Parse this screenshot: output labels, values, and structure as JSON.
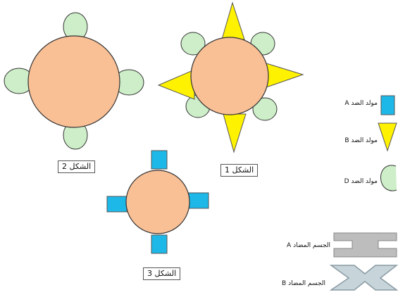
{
  "figures": {
    "figure_1": "الشكل 1",
    "figure_2": "الشكل 2",
    "figure_3": "الشكل 3"
  },
  "legend": {
    "antigen_a": "مولد الضد A",
    "antigen_b": "مولد الضد B",
    "antigen_d": "مولد الضد D",
    "antibody_a": "الجسم المضاد A",
    "antibody_b": "الجسم المضاد B"
  },
  "colors": {
    "cell": "#F9BF95",
    "antigen_a": "#1EB8E8",
    "antigen_b": "#FFF200",
    "antigen_d": "#CDEEC8",
    "antibody": "#BDBDBD",
    "antibody_b_fill": "#C7D4DA"
  }
}
